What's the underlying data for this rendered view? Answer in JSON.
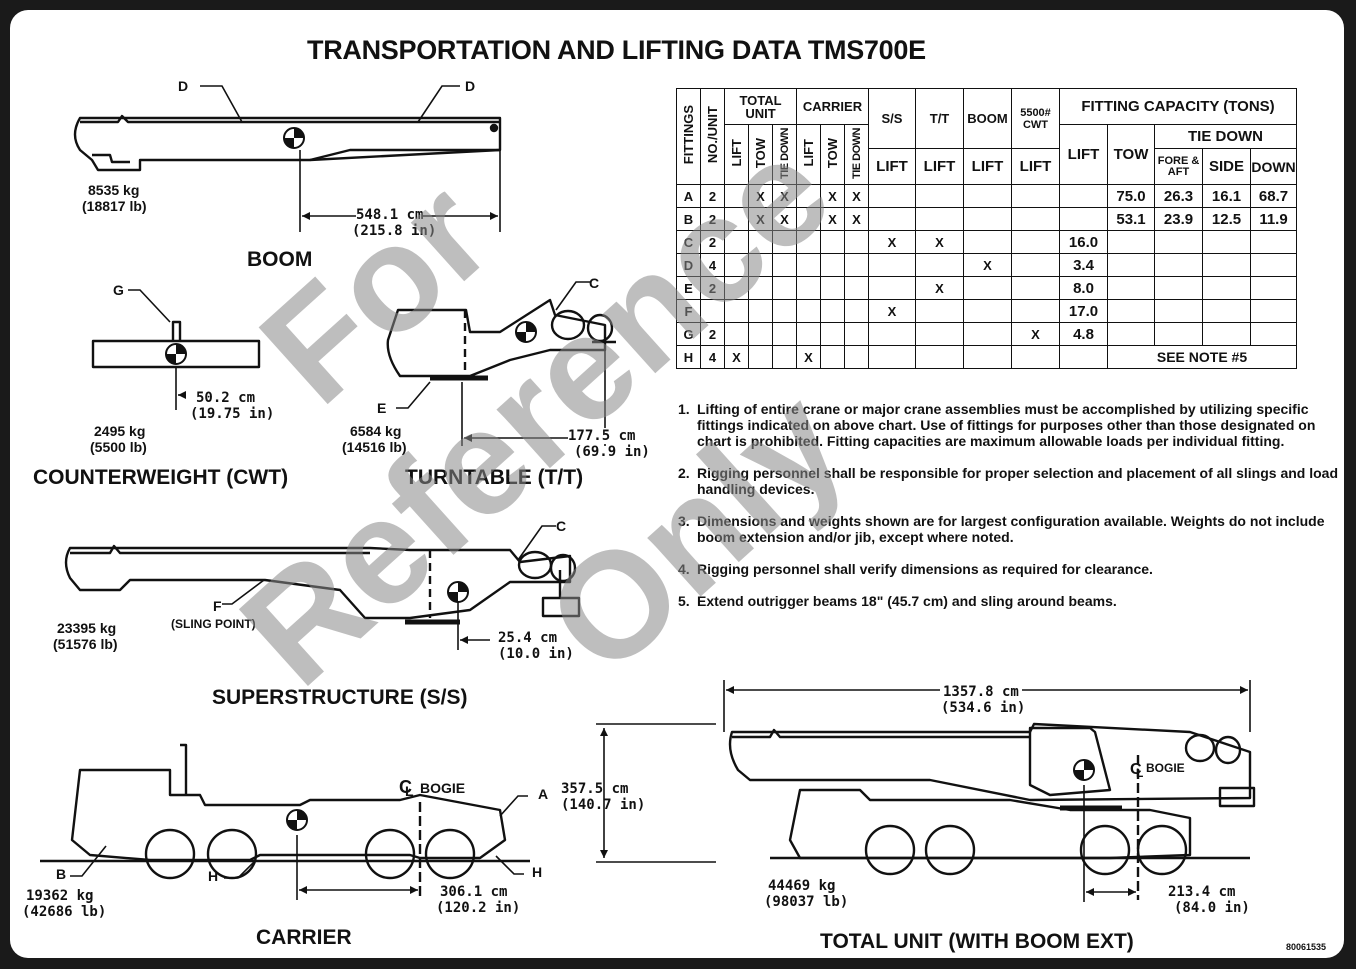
{
  "title": "TRANSPORTATION AND LIFTING DATA TMS700E",
  "watermark": [
    "For",
    "Reference",
    "Only"
  ],
  "boom": {
    "label": "BOOM",
    "weight_kg": "8535 kg",
    "weight_lb": "(18817 lb)",
    "dist_cm": "548.1 cm",
    "dist_in": "(215.8 in)",
    "marker_left": "D",
    "marker_right": "D"
  },
  "counterweight": {
    "label": "COUNTERWEIGHT (CWT)",
    "weight_kg": "2495 kg",
    "weight_lb": "(5500 lb)",
    "dist_cm": "50.2 cm",
    "dist_in": "(19.75 in)",
    "marker": "G"
  },
  "turntable": {
    "label": "TURNTABLE (T/T)",
    "weight_kg": "6584 kg",
    "weight_lb": "(14516 lb)",
    "dist_cm": "177.5 cm",
    "dist_in": "(69.9 in)",
    "marker_c": "C",
    "marker_e": "E"
  },
  "superstructure": {
    "label": "SUPERSTRUCTURE (S/S)",
    "weight_kg": "23395 kg",
    "weight_lb": "(51576 lb)",
    "dist_cm": "25.4 cm",
    "dist_in": "(10.0 in)",
    "marker_c": "C",
    "marker_f": "F",
    "sling_point": "(SLING POINT)"
  },
  "carrier": {
    "label": "CARRIER",
    "weight_kg": "19362 kg",
    "weight_lb": "(42686 lb)",
    "dist_cm": "306.1 cm",
    "dist_in": "(120.2 in)",
    "height_cm": "357.5 cm",
    "height_in": "(140.7 in)",
    "bogie": "BOGIE",
    "marker_a": "A",
    "marker_b": "B",
    "marker_h1": "H",
    "marker_h2": "H"
  },
  "total_unit": {
    "label": "TOTAL UNIT (WITH BOOM EXT)",
    "weight_kg": "44469 kg",
    "weight_lb": "(98037 lb)",
    "length_cm": "1357.8 cm",
    "length_in": "(534.6 in)",
    "dist_cm": "213.4 cm",
    "dist_in": "(84.0 in)",
    "bogie": "BOGIE"
  },
  "table": {
    "h_fittings": "FITTINGS",
    "h_no_unit": "NO./UNIT",
    "h_total_unit": "TOTAL UNIT",
    "h_carrier": "CARRIER",
    "h_ss": "S/S",
    "h_tt": "T/T",
    "h_boom": "BOOM",
    "h_cwt": "5500# CWT",
    "h_capacity": "FITTING CAPACITY (TONS)",
    "h_lift": "LIFT",
    "h_tow": "TOW",
    "h_tiedown_v": "TIE DOWN",
    "h_tiedown": "TIE DOWN",
    "h_fore_aft": "FORE & AFT",
    "h_side": "SIDE",
    "h_down": "DOWN",
    "rows": [
      {
        "fit": "A",
        "no": "2",
        "tu_lift": "",
        "tu_tow": "X",
        "tu_td": "X",
        "c_lift": "",
        "c_tow": "X",
        "c_td": "X",
        "ss": "",
        "tt": "",
        "boom": "",
        "cwt": "",
        "cap_lift": "",
        "cap_tow": "75.0",
        "fore": "26.3",
        "side": "16.1",
        "down": "68.7"
      },
      {
        "fit": "B",
        "no": "2",
        "tu_lift": "",
        "tu_tow": "X",
        "tu_td": "X",
        "c_lift": "",
        "c_tow": "X",
        "c_td": "X",
        "ss": "",
        "tt": "",
        "boom": "",
        "cwt": "",
        "cap_lift": "",
        "cap_tow": "53.1",
        "fore": "23.9",
        "side": "12.5",
        "down": "11.9"
      },
      {
        "fit": "C",
        "no": "2",
        "tu_lift": "",
        "tu_tow": "",
        "tu_td": "",
        "c_lift": "",
        "c_tow": "",
        "c_td": "",
        "ss": "X",
        "tt": "X",
        "boom": "",
        "cwt": "",
        "cap_lift": "16.0",
        "cap_tow": "",
        "fore": "",
        "side": "",
        "down": ""
      },
      {
        "fit": "D",
        "no": "4",
        "tu_lift": "",
        "tu_tow": "",
        "tu_td": "",
        "c_lift": "",
        "c_tow": "",
        "c_td": "",
        "ss": "",
        "tt": "",
        "boom": "X",
        "cwt": "",
        "cap_lift": "3.4",
        "cap_tow": "",
        "fore": "",
        "side": "",
        "down": ""
      },
      {
        "fit": "E",
        "no": "2",
        "tu_lift": "",
        "tu_tow": "",
        "tu_td": "",
        "c_lift": "",
        "c_tow": "",
        "c_td": "",
        "ss": "",
        "tt": "X",
        "boom": "",
        "cwt": "",
        "cap_lift": "8.0",
        "cap_tow": "",
        "fore": "",
        "side": "",
        "down": ""
      },
      {
        "fit": "F",
        "no": "",
        "tu_lift": "",
        "tu_tow": "",
        "tu_td": "",
        "c_lift": "",
        "c_tow": "",
        "c_td": "",
        "ss": "X",
        "tt": "",
        "boom": "",
        "cwt": "",
        "cap_lift": "17.0",
        "cap_tow": "",
        "fore": "",
        "side": "",
        "down": ""
      },
      {
        "fit": "G",
        "no": "2",
        "tu_lift": "",
        "tu_tow": "",
        "tu_td": "",
        "c_lift": "",
        "c_tow": "",
        "c_td": "",
        "ss": "",
        "tt": "",
        "boom": "",
        "cwt": "X",
        "cap_lift": "4.8",
        "cap_tow": "",
        "fore": "",
        "side": "",
        "down": ""
      },
      {
        "fit": "H",
        "no": "4",
        "tu_lift": "X",
        "tu_tow": "",
        "tu_td": "",
        "c_lift": "X",
        "c_tow": "",
        "c_td": "",
        "ss": "",
        "tt": "",
        "boom": "",
        "cwt": "",
        "cap_lift": "",
        "cap_tow": "",
        "fore": "",
        "side": "",
        "down": ""
      }
    ],
    "see_note": "SEE NOTE #5"
  },
  "notes": [
    {
      "num": "1.",
      "text": "Lifting of entire crane or major crane assemblies must be accomplished by utilizing specific fittings indicated on above chart. Use of fittings for purposes other than those designated on chart is prohibited. Fitting capacities are maximum allowable loads per individual fitting."
    },
    {
      "num": "2.",
      "text": "Rigging personnel shall be responsible for proper selection and placement of all slings and load handling devices."
    },
    {
      "num": "3.",
      "text": "Dimensions and weights shown are for largest configuration available. Weights do not include boom extension and/or jib, except where noted."
    },
    {
      "num": "4.",
      "text": "Rigging personnel shall verify dimensions as required for clearance."
    },
    {
      "num": "5.",
      "text": "Extend outrigger beams 18\" (45.7 cm) and sling around beams."
    }
  ],
  "part_number": "80061535"
}
